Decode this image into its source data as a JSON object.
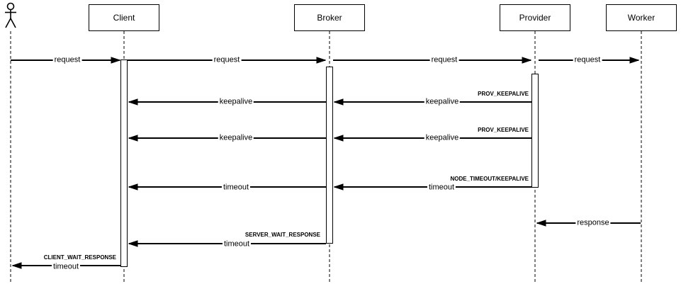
{
  "diagram": {
    "kind": "uml-sequence-diagram",
    "colors": {
      "background": "#ffffff",
      "line": "#000000",
      "box_fill": "#ffffff",
      "label_bg": "#ffffff"
    },
    "participants": [
      {
        "id": "user",
        "kind": "actor",
        "label": ""
      },
      {
        "id": "client",
        "kind": "object",
        "label": "Client"
      },
      {
        "id": "broker",
        "kind": "object",
        "label": "Broker"
      },
      {
        "id": "provider",
        "kind": "object",
        "label": "Provider"
      },
      {
        "id": "worker",
        "kind": "object",
        "label": "Worker"
      }
    ],
    "messages": [
      {
        "from": "user",
        "to": "client",
        "label": "request"
      },
      {
        "from": "client",
        "to": "broker",
        "label": "request"
      },
      {
        "from": "broker",
        "to": "provider",
        "label": "request"
      },
      {
        "from": "provider",
        "to": "worker",
        "label": "request"
      },
      {
        "from": "provider",
        "to": "broker",
        "label": "keepalive",
        "annotation": "PROV_KEEPALIVE"
      },
      {
        "from": "broker",
        "to": "client",
        "label": "keepalive"
      },
      {
        "from": "provider",
        "to": "broker",
        "label": "keepalive",
        "annotation": "PROV_KEEPALIVE"
      },
      {
        "from": "broker",
        "to": "client",
        "label": "keepalive"
      },
      {
        "from": "provider",
        "to": "broker",
        "label": "timeout",
        "annotation": "NODE_TIMEOUT/KEEPALIVE"
      },
      {
        "from": "broker",
        "to": "client",
        "label": "timeout"
      },
      {
        "from": "worker",
        "to": "provider",
        "label": "response"
      },
      {
        "from": "broker",
        "to": "client",
        "label": "timeout",
        "annotation": "SERVER_WAIT_RESPONSE"
      },
      {
        "from": "client",
        "to": "user",
        "label": "timeout",
        "annotation": "CLIENT_WAIT_RESPONSE"
      }
    ]
  }
}
